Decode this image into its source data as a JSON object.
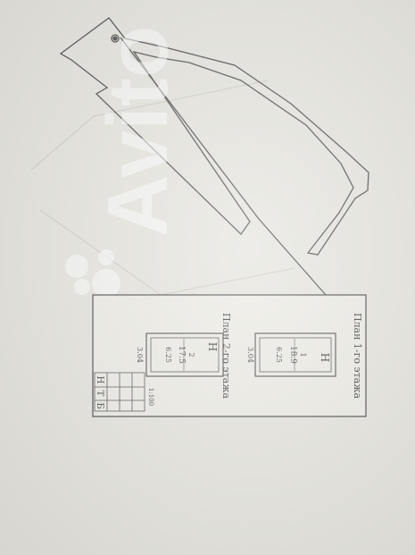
{
  "plan_sheet": {
    "floor1": {
      "title": "План 1-го этажа",
      "room_number": "1",
      "area": "18.9",
      "dim_width": "6.25",
      "dim_height": "3.04",
      "door_mark": "Н"
    },
    "floor2": {
      "title": "План 2-го этажа",
      "room_number": "2",
      "area": "17.5",
      "dim_width": "6.25",
      "dim_height": "3.04",
      "door_mark": "Н"
    },
    "scale": "1:100",
    "stamp_symbols": [
      "Н",
      "Т",
      "Б"
    ]
  },
  "watermark": {
    "text": "Avito"
  },
  "colors": {
    "paper": "#e4e3dc",
    "ink": "#4a4a4a",
    "watermark": "#ffffff"
  }
}
